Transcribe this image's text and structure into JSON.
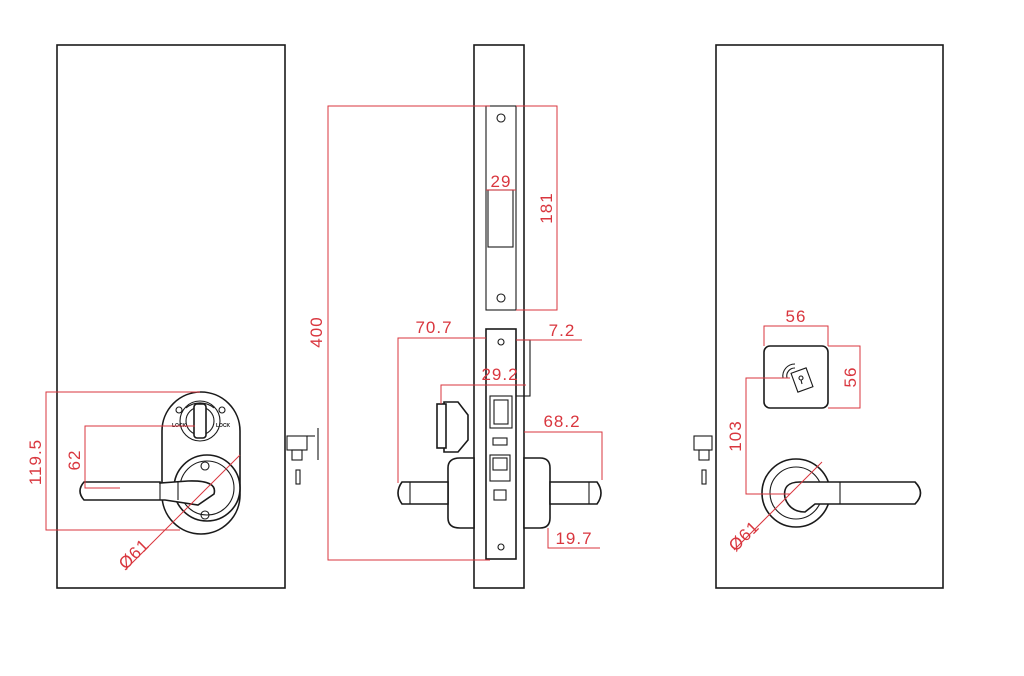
{
  "colors": {
    "outline": "#1a1a1a",
    "dimension": "#d9363e",
    "background": "#ffffff"
  },
  "dimensions": {
    "front_height": "119.5",
    "front_lever_offset": "62",
    "front_rose_diameter": "Ø61",
    "overall_length": "400",
    "strike_height": "181",
    "strike_width": "29",
    "backset": "70.7",
    "faceplate_thickness": "7.2",
    "deadbolt_projection": "29.2",
    "lever_projection": "68.2",
    "trim_thickness": "19.7",
    "reader_width": "56",
    "reader_height": "56",
    "back_lever_offset": "103",
    "back_rose_diameter": "Ø61"
  },
  "thumbturn_labels": {
    "left": "LOCK",
    "right": "LOCK"
  },
  "icons": {
    "reader": "rfid-card-icon",
    "turn": "thumbturn-icon"
  }
}
